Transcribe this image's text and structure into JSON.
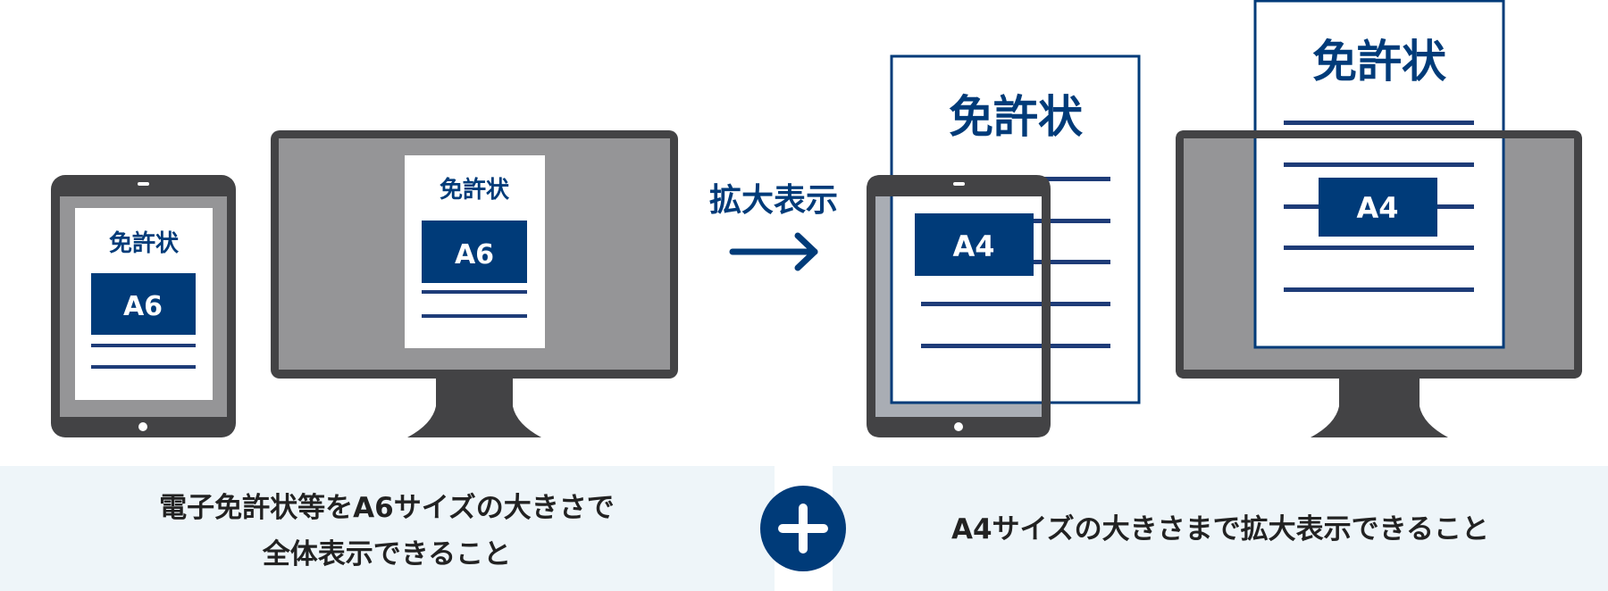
{
  "colors": {
    "brand_blue": "#003b79",
    "device_dark": "#434345",
    "screen_gray": "#959597",
    "band_bg": "#eef5f9",
    "text": "#222222"
  },
  "left_group": {
    "tablet_doc": {
      "title": "免許状",
      "size_label": "A6"
    },
    "monitor_doc": {
      "title": "免許状",
      "size_label": "A6"
    }
  },
  "arrow": {
    "label": "拡大表示",
    "icon": "arrow-right-icon"
  },
  "right_group": {
    "tablet_doc": {
      "title": "免許状",
      "size_label": "A4"
    },
    "monitor_doc": {
      "title": "免許状",
      "size_label": "A4"
    }
  },
  "captions": {
    "left_line1": "電子免許状等をA6サイズの大きさで",
    "left_line2": "全体表示できること",
    "plus_icon": "plus-icon",
    "right": "A4サイズの大きさまで拡大表示できること"
  }
}
